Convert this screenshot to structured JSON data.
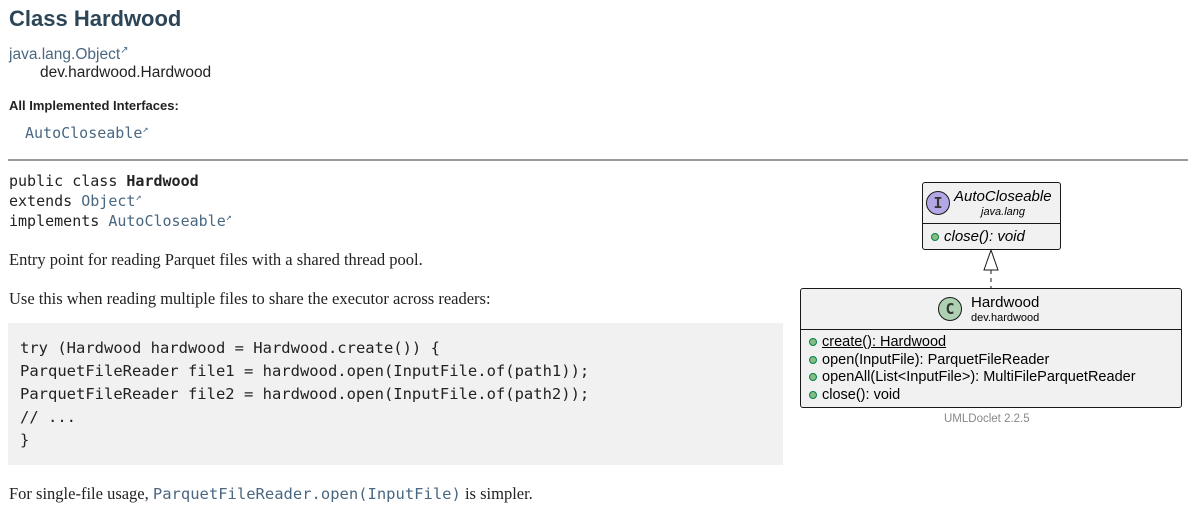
{
  "title": "Class Hardwood",
  "hierarchy": {
    "parent": "java.lang.Object",
    "current": "dev.hardwood.Hardwood"
  },
  "interfaces": {
    "label": "All Implemented Interfaces:",
    "items": [
      "AutoCloseable"
    ]
  },
  "signature": {
    "line1_prefix": "public class ",
    "class_name": "Hardwood",
    "extends_kw": "extends ",
    "extends": "Object",
    "implements_kw": "implements ",
    "implements": "AutoCloseable"
  },
  "description": {
    "p1": "Entry point for reading Parquet files with a shared thread pool.",
    "p2": "Use this when reading multiple files to share the executor across readers:",
    "code": [
      "try (Hardwood hardwood = Hardwood.create()) {",
      "    ParquetFileReader file1 = hardwood.open(InputFile.of(path1));",
      "    ParquetFileReader file2 = hardwood.open(InputFile.of(path2));",
      "    // ...",
      "}"
    ],
    "p3_prefix": "For single-file usage, ",
    "p3_link": "ParquetFileReader.open(InputFile)",
    "p3_suffix": " is simpler."
  },
  "uml": {
    "interface": {
      "stereotype": "I",
      "name": "AutoCloseable",
      "package": "java.lang",
      "methods": [
        "close(): void"
      ]
    },
    "class": {
      "stereotype": "C",
      "name": "Hardwood",
      "package": "dev.hardwood",
      "methods": [
        "create(): Hardwood",
        "open(InputFile): ParquetFileReader",
        "openAll(List<InputFile>): MultiFileParquetReader",
        "close(): void"
      ]
    },
    "footer": "UMLDoclet 2.2.5"
  },
  "colors": {
    "link": "#4a6782",
    "title": "#2c4557",
    "interface_badge": "#b4a7e5",
    "class_badge": "#add1b2"
  }
}
